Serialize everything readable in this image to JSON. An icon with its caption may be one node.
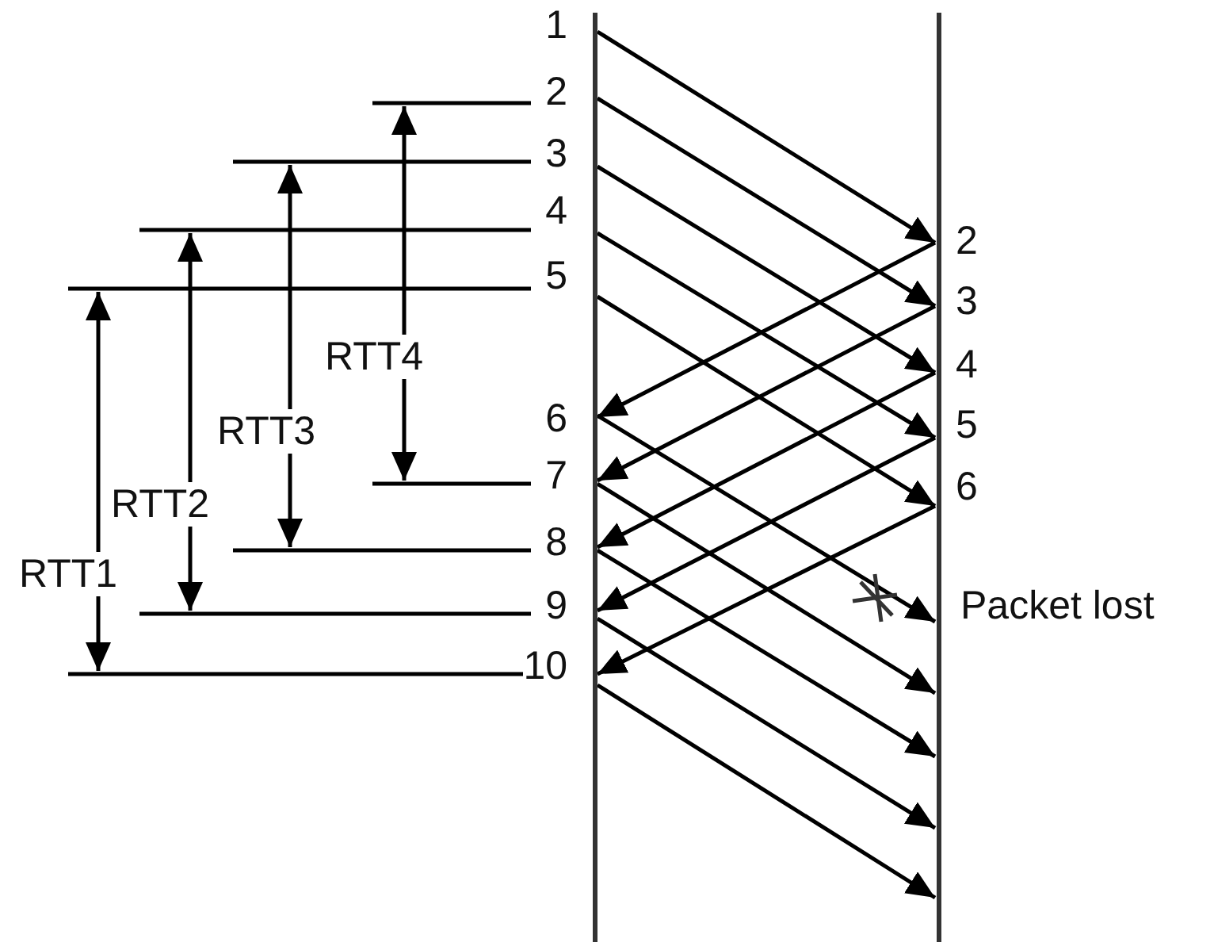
{
  "diagram": {
    "nodes": [
      {
        "text": [],
        "shape": "bar"
      },
      {
        "text": [],
        "shape": "bar"
      }
    ],
    "edges": [
      {
        "from": 0,
        "to": 1,
        "arrow": "to"
      },
      {
        "from": 0,
        "to": 1,
        "arrow": "to"
      },
      {
        "from": 0,
        "to": 1,
        "arrow": "to"
      },
      {
        "from": 0,
        "to": 1,
        "arrow": "to"
      },
      {
        "from": 0,
        "to": 1,
        "arrow": "to"
      },
      {
        "from": 1,
        "to": 0,
        "arrow": "to"
      },
      {
        "from": 1,
        "to": 0,
        "arrow": "to"
      },
      {
        "from": 1,
        "to": 0,
        "arrow": "to"
      },
      {
        "from": 1,
        "to": 0,
        "arrow": "to"
      },
      {
        "from": 1,
        "to": 0,
        "arrow": "to"
      },
      {
        "from": 0,
        "to": 1,
        "arrow": "to"
      },
      {
        "from": 0,
        "to": 1,
        "arrow": "to"
      },
      {
        "from": 0,
        "to": 1,
        "arrow": "to"
      },
      {
        "from": 0,
        "to": 1,
        "arrow": "to"
      },
      {
        "from": 0,
        "to": 1,
        "arrow": "to"
      }
    ],
    "labels": [
      "1",
      "2",
      "3",
      "4",
      "2",
      "5",
      "3",
      "RTT4",
      "4",
      "RTT3",
      "6",
      "5",
      "RTT2",
      "7",
      "6",
      "8",
      "RTT1",
      "9",
      "Packet lost",
      "10"
    ]
  }
}
